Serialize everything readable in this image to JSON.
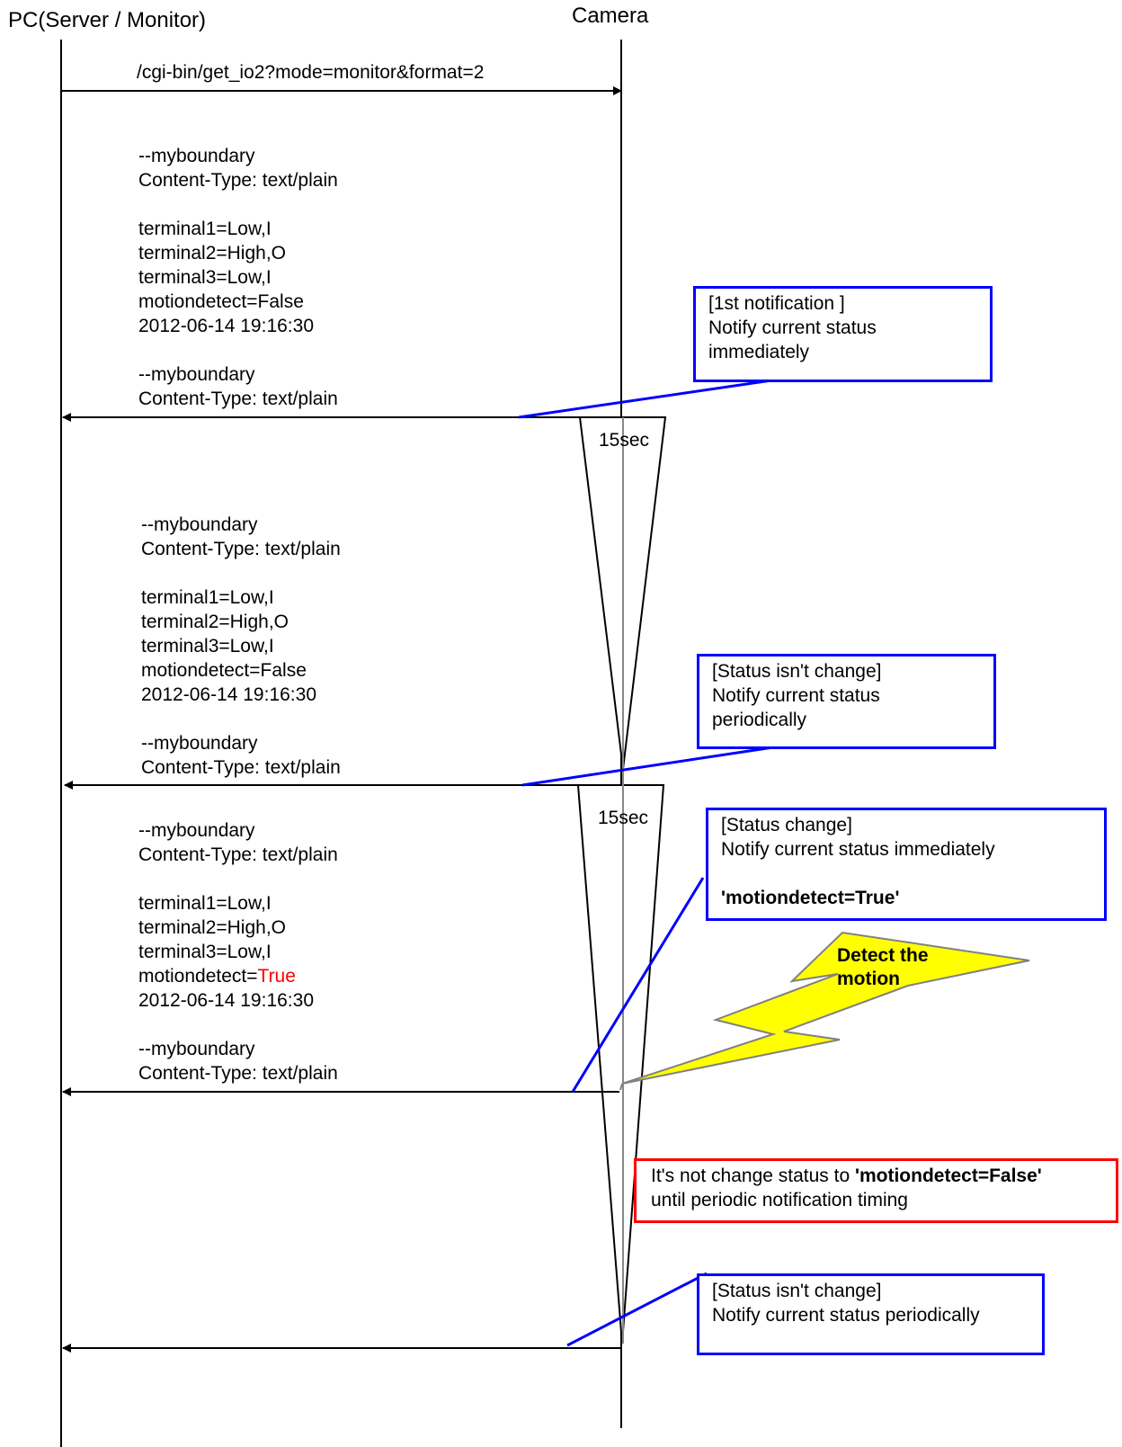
{
  "participants": {
    "left": "PC(Server / Monitor)",
    "right": "Camera"
  },
  "request": "/cgi-bin/get_io2?mode=monitor&format=2",
  "messages": [
    {
      "boundary1": "--myboundary",
      "content_type1": "Content-Type: text/plain",
      "terminal1": "terminal1=Low,I",
      "terminal2": "terminal2=High,O",
      "terminal3": "terminal3=Low,I",
      "motion_key": "motiondetect=",
      "motion_value": "False",
      "timestamp": "2012-06-14 19:16:30",
      "boundary2": "--myboundary",
      "content_type2": "Content-Type: text/plain"
    },
    {
      "boundary1": "--myboundary",
      "content_type1": "Content-Type: text/plain",
      "terminal1": "terminal1=Low,I",
      "terminal2": "terminal2=High,O",
      "terminal3": "terminal3=Low,I",
      "motion_key": "motiondetect=",
      "motion_value": "False",
      "timestamp": "2012-06-14 19:16:30",
      "boundary2": "--myboundary",
      "content_type2": "Content-Type: text/plain"
    },
    {
      "boundary1": "--myboundary",
      "content_type1": "Content-Type: text/plain",
      "terminal1": "terminal1=Low,I",
      "terminal2": "terminal2=High,O",
      "terminal3": "terminal3=Low,I",
      "motion_key": "motiondetect=",
      "motion_value": "True",
      "timestamp": "2012-06-14 19:16:30",
      "boundary2": "--myboundary",
      "content_type2": "Content-Type: text/plain"
    }
  ],
  "timers": [
    "15sec",
    "15sec"
  ],
  "notes": {
    "first": {
      "line1": "[1st notification ]",
      "line2": "Notify current status",
      "line3": "immediately"
    },
    "periodic1": {
      "line1": "[Status isn't change]",
      "line2": "Notify current status",
      "line3": "periodically"
    },
    "status_change": {
      "line1": "[Status change]",
      "line2": "Notify current status immediately",
      "line3": "'motiondetect=True'"
    },
    "not_change": {
      "line1_prefix": "It's not change status to ",
      "line1_bold": "'motiondetect=False'",
      "line2": "until periodic notification timing"
    },
    "periodic2": {
      "line1": "[Status isn't change]",
      "line2": "Notify current status periodically"
    }
  },
  "motion_event": {
    "line1": "Detect  the",
    "line2": "motion"
  },
  "colors": {
    "note_border": "#0000ff",
    "warning_border": "#ff0000",
    "callout_line": "#0000ff",
    "bolt_fill": "#ffff00",
    "highlight_text": "#ff0000"
  }
}
